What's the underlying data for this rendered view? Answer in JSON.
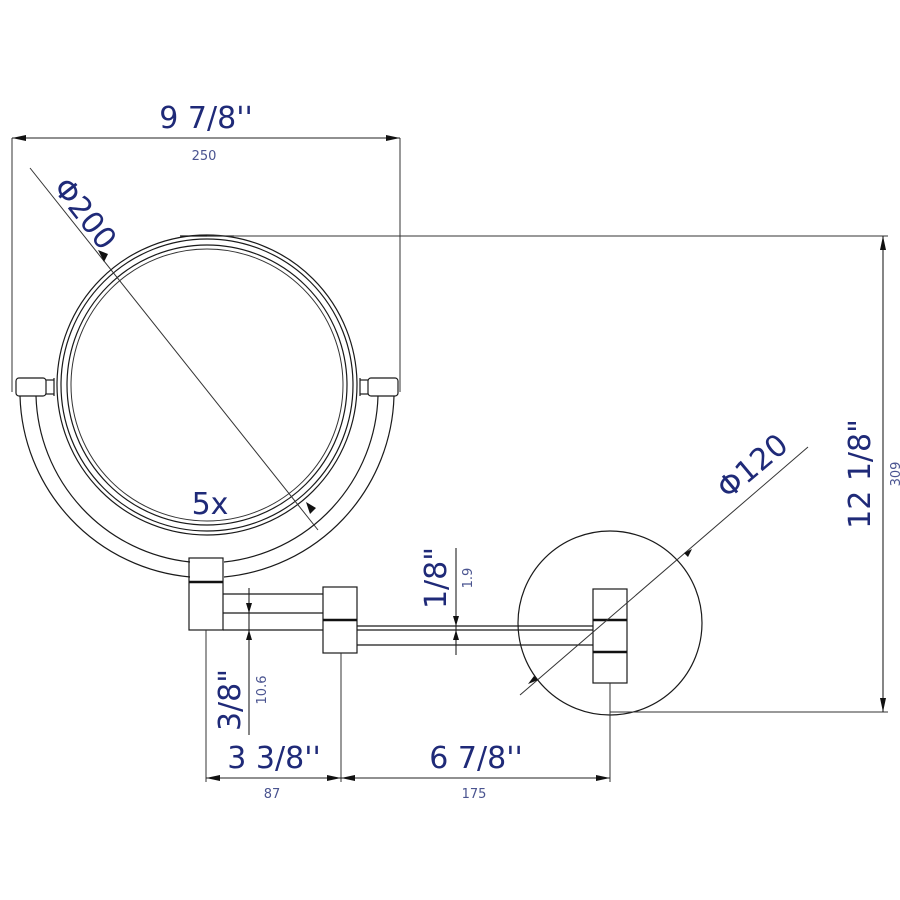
{
  "drawing": {
    "subject": "Wall-mounted magnifying mirror",
    "magnification_label": "5x"
  },
  "dimensions": {
    "overall_width": {
      "imperial": "9 7/8''",
      "metric": "250"
    },
    "mirror_diameter": {
      "label": "Φ200"
    },
    "overall_height": {
      "imperial": "12 1/8\"",
      "metric": "309"
    },
    "base_diameter": {
      "label": "Φ120"
    },
    "arm_thickness": {
      "imperial": "1/8\"",
      "metric": "1.9"
    },
    "arm_spacing": {
      "imperial": "3/8\"",
      "metric": "10.6"
    },
    "arm_segment_1": {
      "imperial": "3 3/8''",
      "metric": "87"
    },
    "arm_segment_2": {
      "imperial": "6 7/8''",
      "metric": "175"
    }
  },
  "colors": {
    "dimension_text": "#1f2a78",
    "metric_text": "#4a5490",
    "line": "#1a1a1a"
  }
}
